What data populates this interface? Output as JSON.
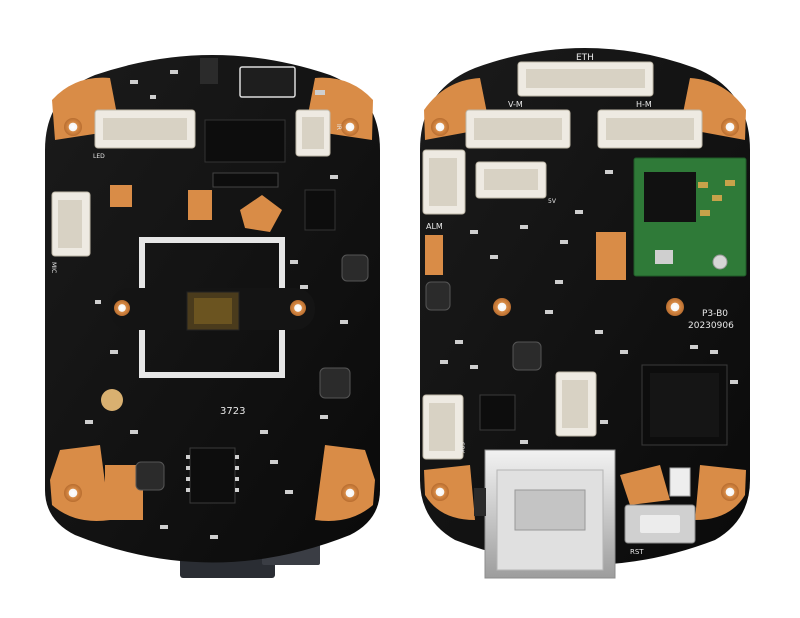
{
  "image": {
    "background": "#ffffff",
    "pcb_color": "#121212",
    "silk_color": "#e8e8e8",
    "copper_color": "#d98c47",
    "module_color": "#2f7a38"
  },
  "left_board": {
    "labels": {
      "led": "LED",
      "ir": "IR",
      "mic": "MIC",
      "code": "3723"
    }
  },
  "right_board": {
    "labels": {
      "eth": "ETH",
      "vm": "V-M",
      "hm": "H-M",
      "alm": "ALM",
      "fivev": "5V",
      "spk": "SPK",
      "rst": "RST",
      "model": "P3-B0",
      "date": "20230906"
    }
  }
}
